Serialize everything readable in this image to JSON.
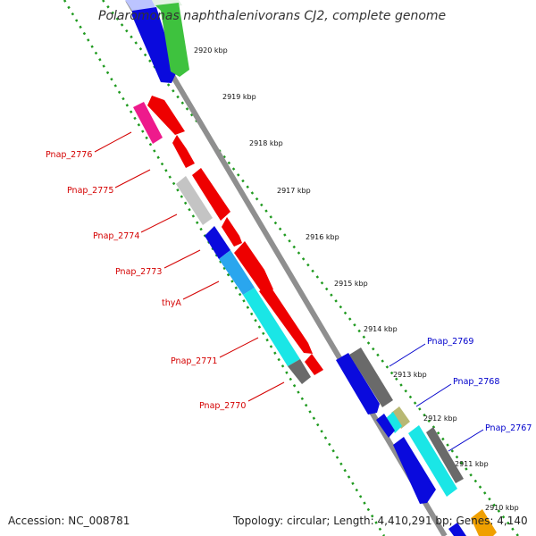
{
  "title": "Polaromonas naphthalenivorans CJ2, complete genome",
  "footer": {
    "accession": "Accession: NC_008781",
    "topology": "Topology: circular; Length: 4,410,291 bp; Genes: 4,140"
  },
  "colors": {
    "backbone": "#8f8f8f",
    "kbp_dots": "#1f9a1f",
    "minus_strand_labels": "#d40000",
    "plus_strand_labels": "#0000cc",
    "red": "#ee0000",
    "magenta": "#ee1a8c",
    "silver": "#c4c4c4",
    "blue": "#0a0add",
    "sky": "#2aa6ee",
    "cyan": "#1ae6e6",
    "green": "#3ec23e",
    "dark_grey": "#6a6a6a",
    "khaki": "#b8b873",
    "orange": "#f0a000"
  },
  "kbp_ticks": [
    "2920 kbp",
    "2919 kbp",
    "2918 kbp",
    "2917 kbp",
    "2916 kbp",
    "2915 kbp",
    "2914 kbp",
    "2913 kbp",
    "2912 kbp",
    "2911 kbp",
    "2910 kbp"
  ],
  "minus_labels": [
    "Pnap_2776",
    "Pnap_2775",
    "Pnap_2774",
    "Pnap_2773",
    "thyA",
    "Pnap_2771",
    "Pnap_2770"
  ],
  "plus_labels": [
    "Pnap_2769",
    "Pnap_2768",
    "Pnap_2767"
  ]
}
